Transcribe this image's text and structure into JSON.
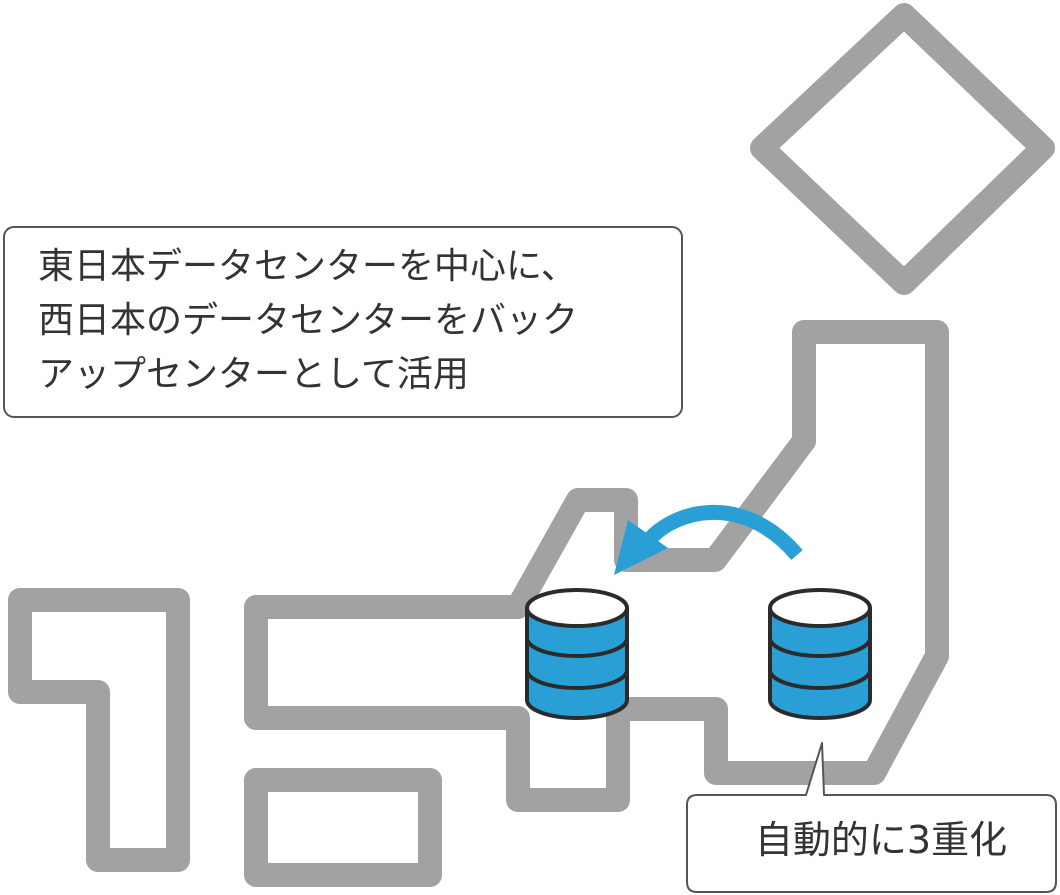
{
  "diagram": {
    "callout_note": {
      "lines": [
        "東日本データセンターを中心に、",
        "西日本のデータセンターをバック",
        "アップセンターとして活用"
      ]
    },
    "callout_label": {
      "text": "自動的に3重化"
    },
    "colors": {
      "outline": "#a2a2a2",
      "database_fill": "#2a9fd6",
      "database_stroke": "#2b2b2b",
      "arrow": "#2a9fd6",
      "callout_border": "#555555"
    }
  }
}
